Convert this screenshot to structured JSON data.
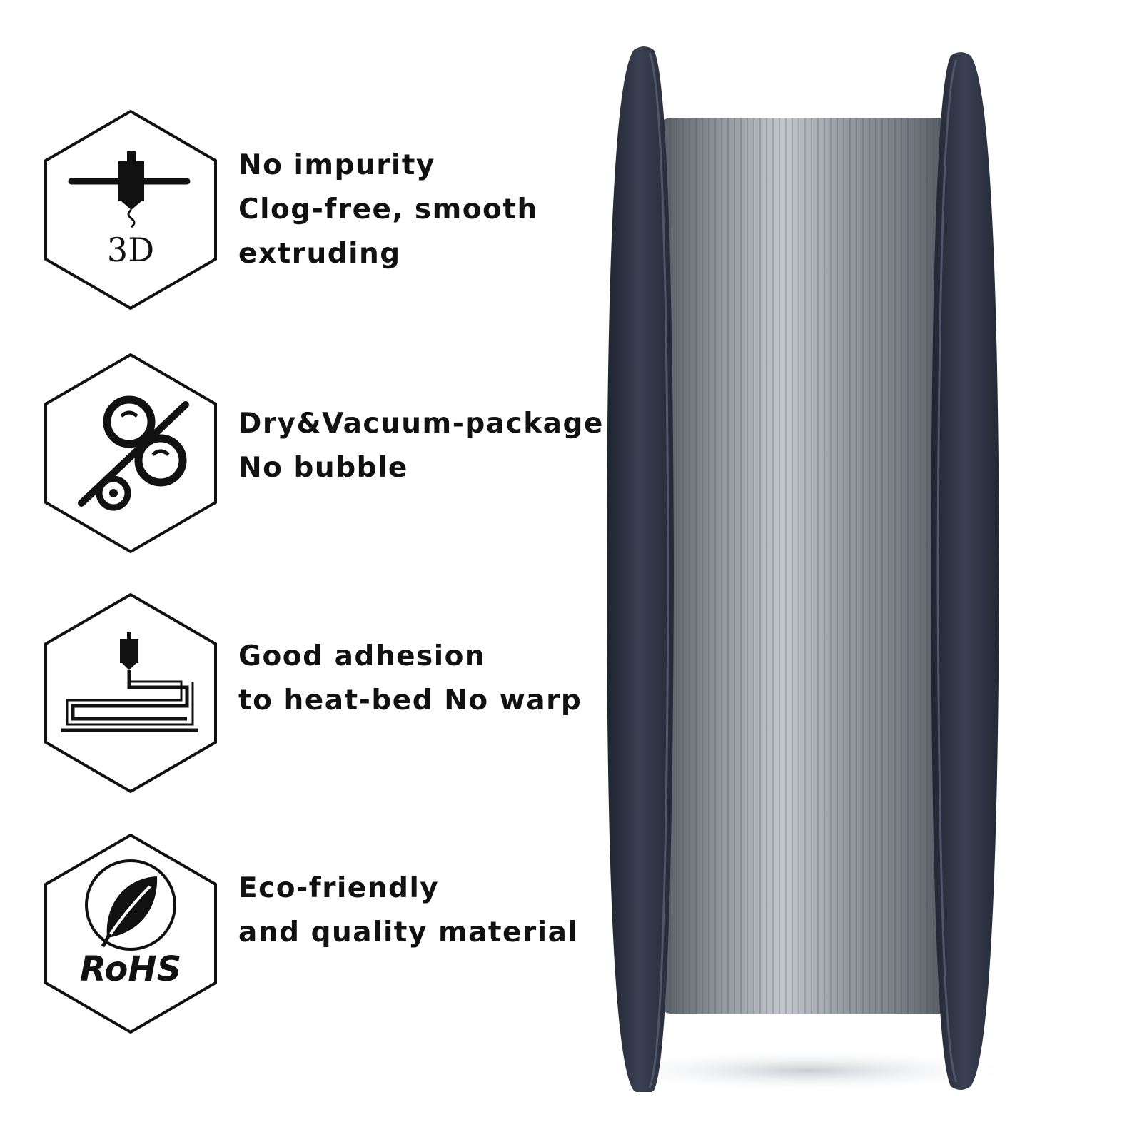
{
  "features": [
    {
      "icon": "3d-printer-icon",
      "icon_label": "3D",
      "lines": [
        "No impurity",
        "Clog-free, smooth",
        "extruding"
      ]
    },
    {
      "icon": "dry-percent-icon",
      "lines": [
        "Dry&Vacuum-package",
        "No bubble"
      ]
    },
    {
      "icon": "heat-bed-adhesion-icon",
      "lines": [
        "Good adhesion",
        "to heat-bed No warp"
      ]
    },
    {
      "icon": "rohs-leaf-icon",
      "icon_label": "RoHS",
      "lines": [
        "Eco-friendly",
        "and quality material"
      ]
    }
  ],
  "colors": {
    "spool_flange": "#2e3444",
    "filament": "#9aa0a6",
    "text": "#111111"
  }
}
